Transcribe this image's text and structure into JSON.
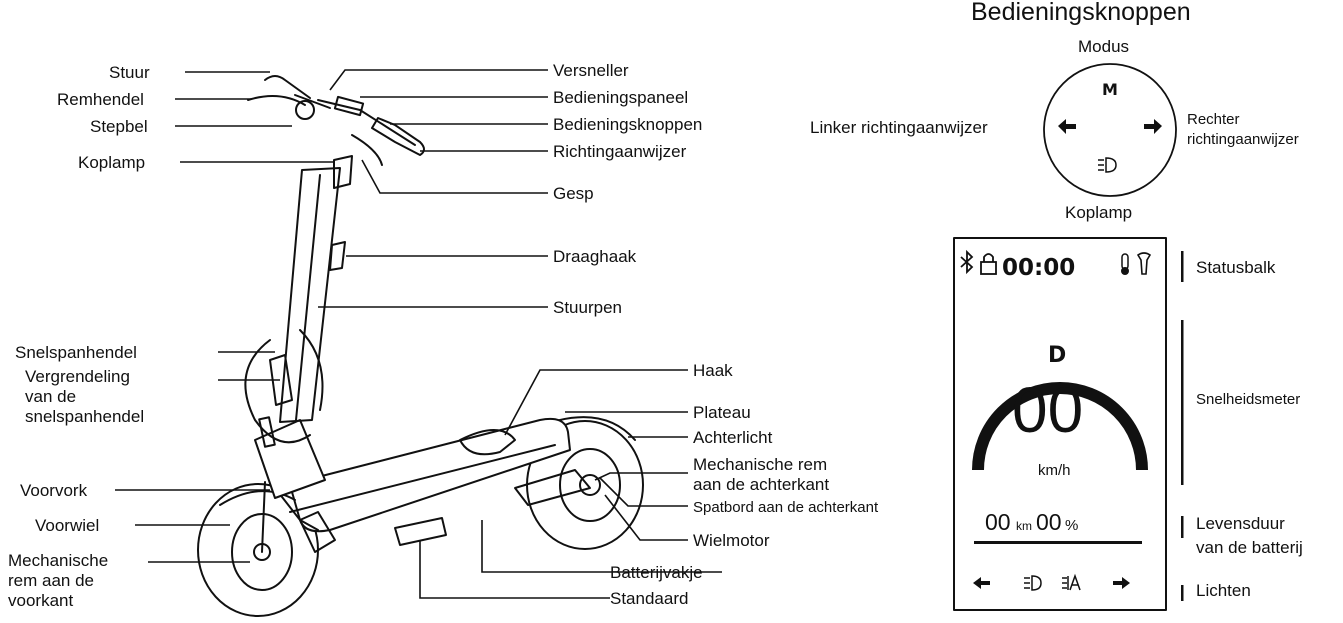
{
  "scooter_labels": {
    "stuur": "Stuur",
    "remhendel": "Remhendel",
    "stepbel": "Stepbel",
    "koplamp": "Koplamp",
    "versneller": "Versneller",
    "bedieningspaneel": "Bedieningspaneel",
    "bedieningsknoppen": "Bedieningsknoppen",
    "richtingaanwijzer": "Richtingaanwijzer",
    "gesp": "Gesp",
    "draaghaak": "Draaghaak",
    "stuurpen": "Stuurpen",
    "snelspanhendel": "Snelspanhendel",
    "vergrendeling_1": "Vergrendeling",
    "vergrendeling_2": "van de",
    "vergrendeling_3": "snelspanhendel",
    "haak": "Haak",
    "plateau": "Plateau",
    "achterlicht": "Achterlicht",
    "mech_rem_achter_1": "Mechanische rem",
    "mech_rem_achter_2": "aan de achterkant",
    "spatbord": "Spatbord aan de achterkant",
    "wielmotor": "Wielmotor",
    "voorvork": "Voorvork",
    "voorwiel": "Voorwiel",
    "mech_rem_voor_1": "Mechanische",
    "mech_rem_voor_2": "rem aan de",
    "mech_rem_voor_3": "voorkant",
    "batterijvakje": "Batterijvakje",
    "standaard": "Standaard"
  },
  "buttons_panel": {
    "title": "Bedieningsknoppen",
    "modus": "Modus",
    "mode_letter": "M",
    "linker": "Linker richtingaanwijzer",
    "rechter_1": "Rechter",
    "rechter_2": "richtingaanwijzer",
    "koplamp": "Koplamp",
    "icons": [
      "left-arrow-icon",
      "right-arrow-icon",
      "headlight-icon"
    ]
  },
  "display": {
    "time": "00:00",
    "gear": "D",
    "speed": "00",
    "unit": "km/h",
    "km_value": "00",
    "km_unit": "km",
    "battery_value": "00",
    "battery_unit": "%",
    "icons": [
      "bluetooth-icon",
      "lock-icon",
      "thermometer-icon",
      "wrench-icon",
      "left-arrow-icon",
      "headlight-icon",
      "auto-light-icon",
      "right-arrow-icon"
    ]
  },
  "display_labels": {
    "statusbalk": "Statusbalk",
    "snelheidsmeter": "Snelheidsmeter",
    "levensduur_1": "Levensduur",
    "levensduur_2": "van de batterij",
    "lichten": "Lichten"
  }
}
